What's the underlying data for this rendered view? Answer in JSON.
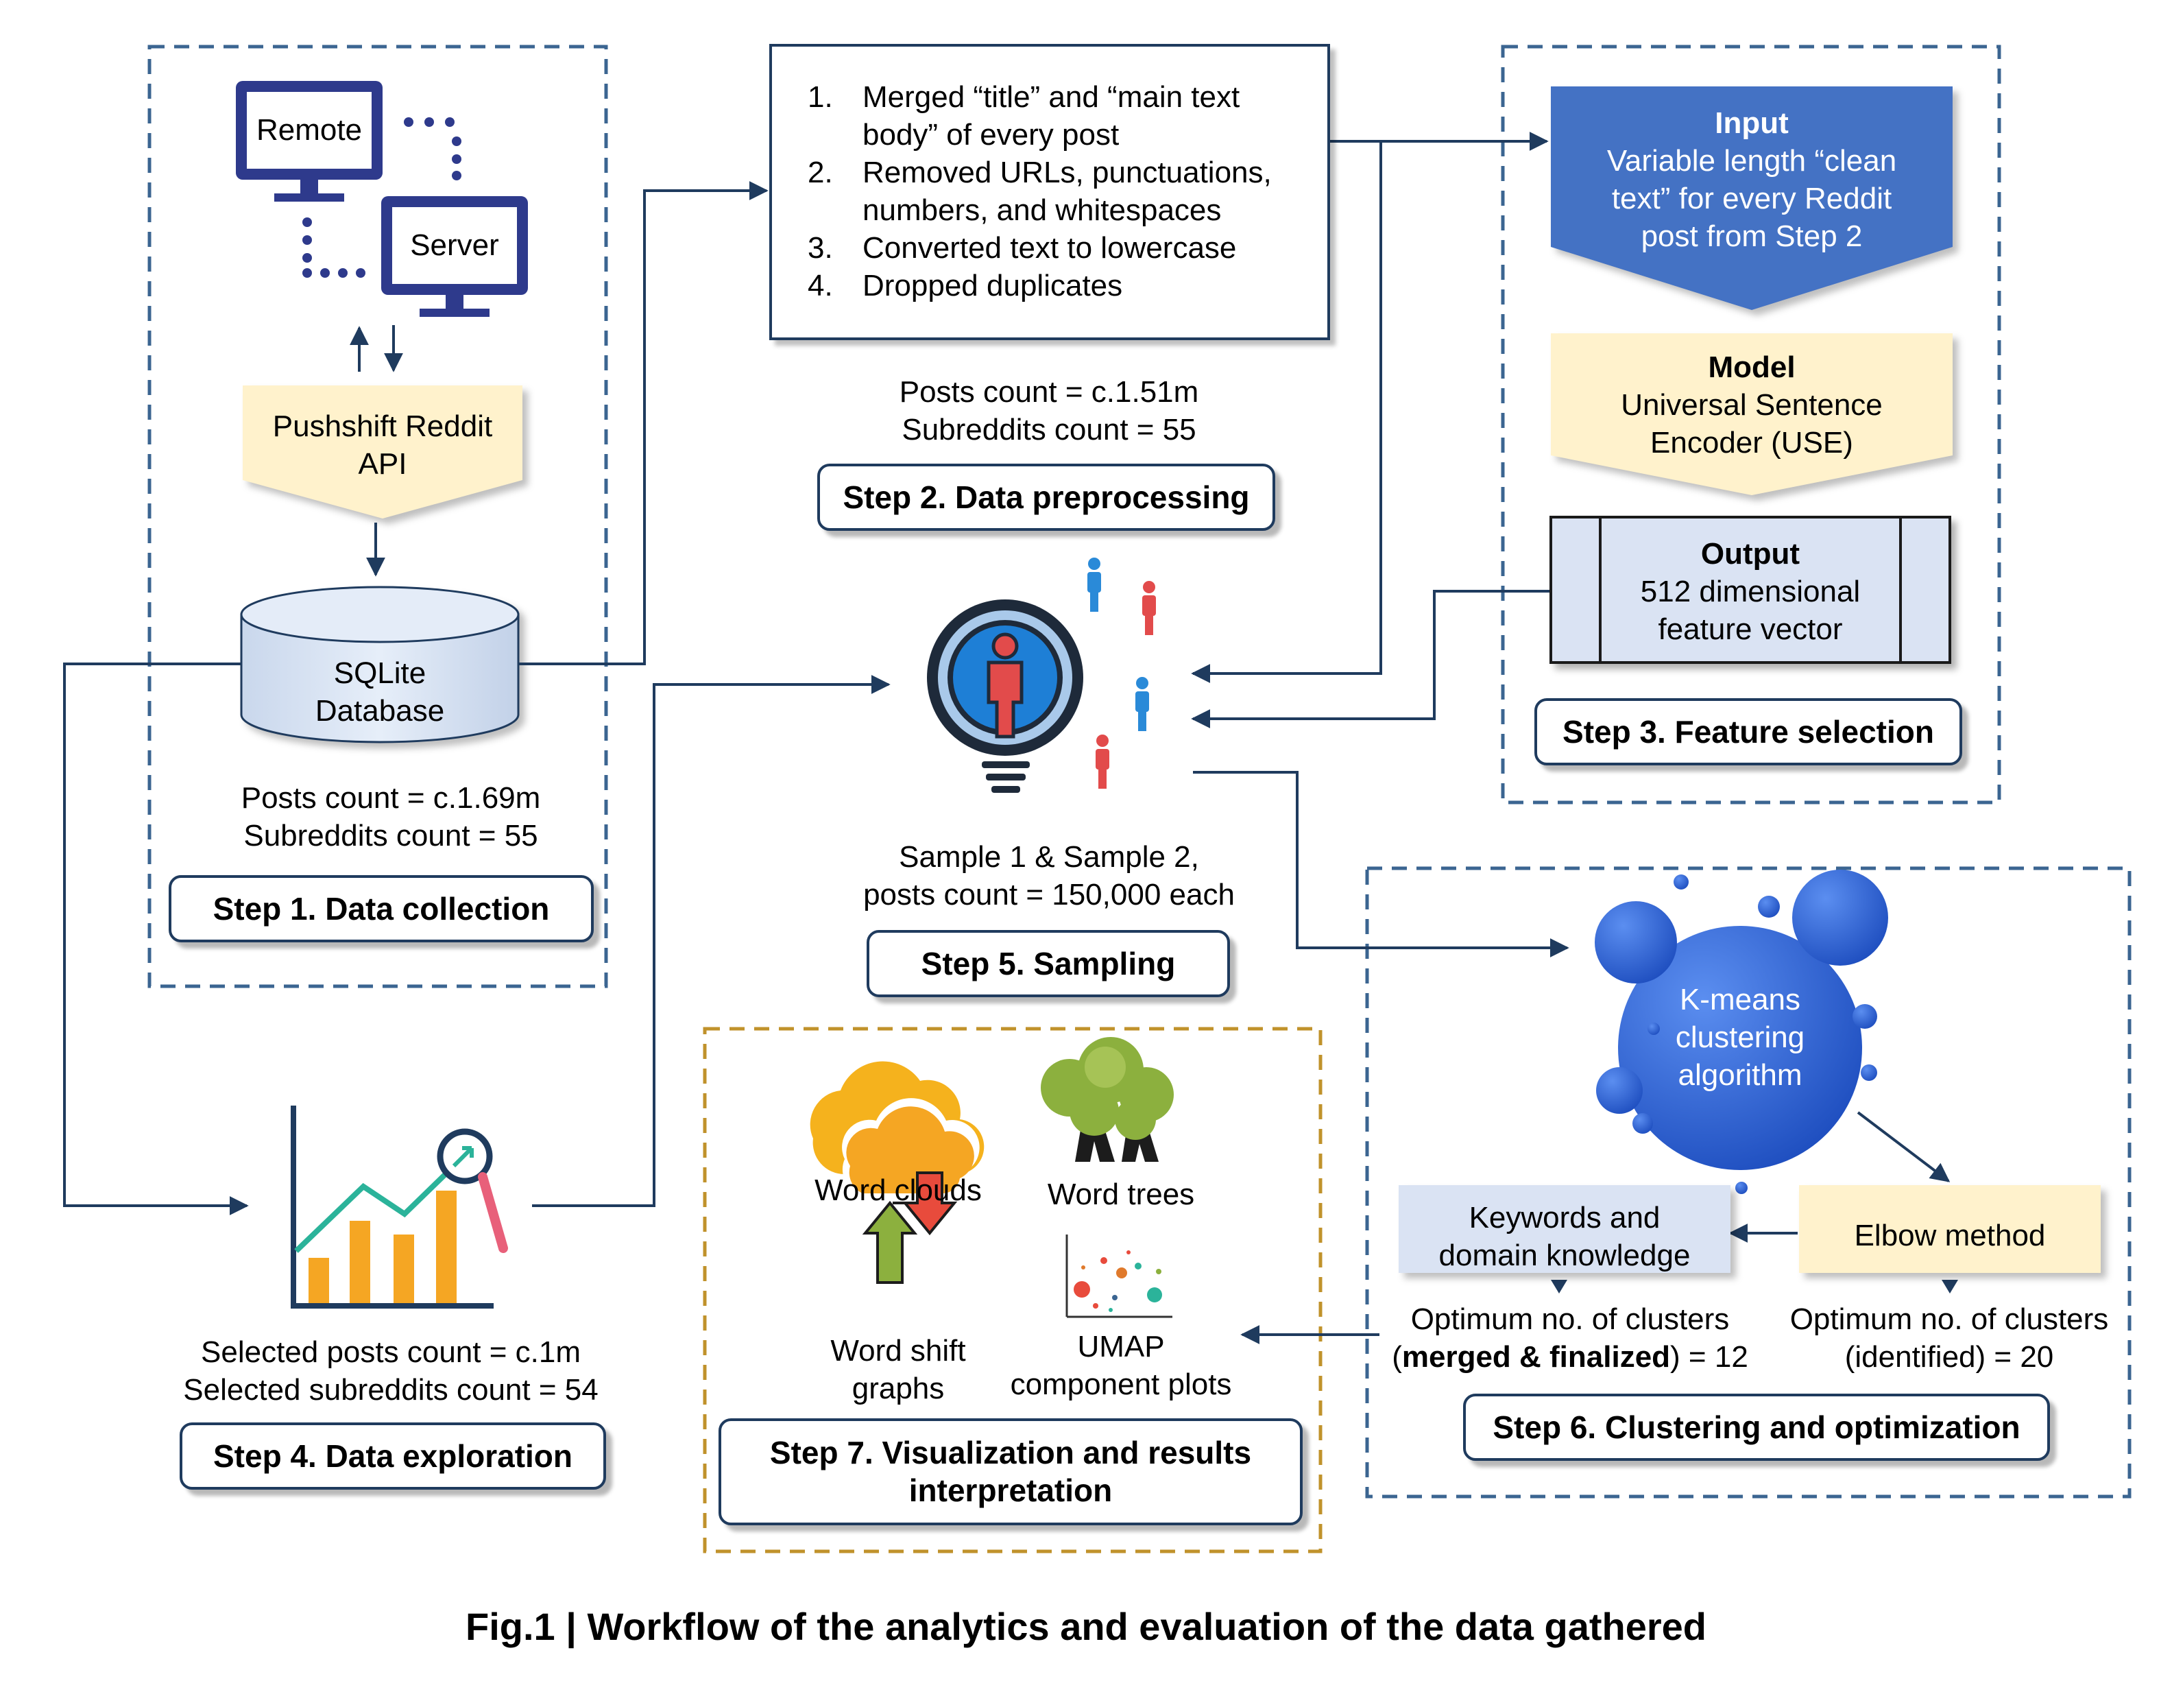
{
  "figure_caption": "Fig.1 | Workflow of the analytics and evaluation of the data gathered",
  "step1": {
    "remote_label": "Remote",
    "server_label": "Server",
    "api_label_line1": "Pushshift Reddit",
    "api_label_line2": "API",
    "db_label_line1": "SQLite",
    "db_label_line2": "Database",
    "stat_line1": "Posts count = c.1.69m",
    "stat_line2": "Subreddits count = 55",
    "title": "Step 1. Data collection"
  },
  "step2": {
    "items": [
      {
        "num": "1.",
        "line1": "Merged “title” and “main text",
        "line2": "body” of every post"
      },
      {
        "num": "2.",
        "line1": "Removed URLs, punctuations,",
        "line2": "numbers, and whitespaces"
      },
      {
        "num": "3.",
        "line1": "Converted text to lowercase",
        "line2": ""
      },
      {
        "num": "4.",
        "line1": "Dropped duplicates",
        "line2": ""
      }
    ],
    "stat_line1": "Posts count = c.1.51m",
    "stat_line2": "Subreddits count = 55",
    "title": "Step 2. Data preprocessing"
  },
  "step3": {
    "input_title": "Input",
    "input_line1": "Variable length “clean",
    "input_line2": "text” for every Reddit",
    "input_line3": "post from Step 2",
    "model_title": "Model",
    "model_line1": "Universal Sentence",
    "model_line2": "Encoder (USE)",
    "output_title": "Output",
    "output_line1": "512 dimensional",
    "output_line2": "feature vector",
    "title": "Step 3. Feature selection"
  },
  "step4": {
    "stat_line1": "Selected posts count = c.1m",
    "stat_line2": "Selected subreddits count = 54",
    "title": "Step 4. Data exploration"
  },
  "step5": {
    "stat_line1": "Sample 1 & Sample 2,",
    "stat_line2": "posts count = 150,000 each",
    "title": "Step 5. Sampling"
  },
  "step6": {
    "kmeans_line1": "K-means",
    "kmeans_line2": "clustering",
    "kmeans_line3": "algorithm",
    "keywords_line1": "Keywords and",
    "keywords_line2": "domain knowledge",
    "elbow_label": "Elbow method",
    "opt_left_line1": "Optimum no. of clusters",
    "opt_left_open": "(",
    "opt_left_bold": "merged & finalized",
    "opt_left_rest": ") = 12",
    "opt_right_line1": "Optimum no. of clusters",
    "opt_right_line2": "(identified) = 20",
    "title": "Step 6. Clustering and optimization"
  },
  "step7": {
    "wordclouds": "Word clouds",
    "wordtrees": "Word trees",
    "wordshift_line1": "Word shift",
    "wordshift_line2": "graphs",
    "umap_line1": "UMAP",
    "umap_line2": "component plots",
    "title_line1": "Step 7. Visualization and results",
    "title_line2": "interpretation"
  },
  "colors": {
    "navy": "#1f3b5e",
    "monitor": "#2e3a8c",
    "dash_blue": "#3b6591",
    "dash_gold": "#c0922b",
    "input_blue": "#4472c4",
    "cream": "#fff2cc",
    "light_blue": "#dae3f3",
    "bubble_blue": "#2f62d6",
    "chart_orange": "#f5a623",
    "chart_teal": "#2bb39a"
  }
}
